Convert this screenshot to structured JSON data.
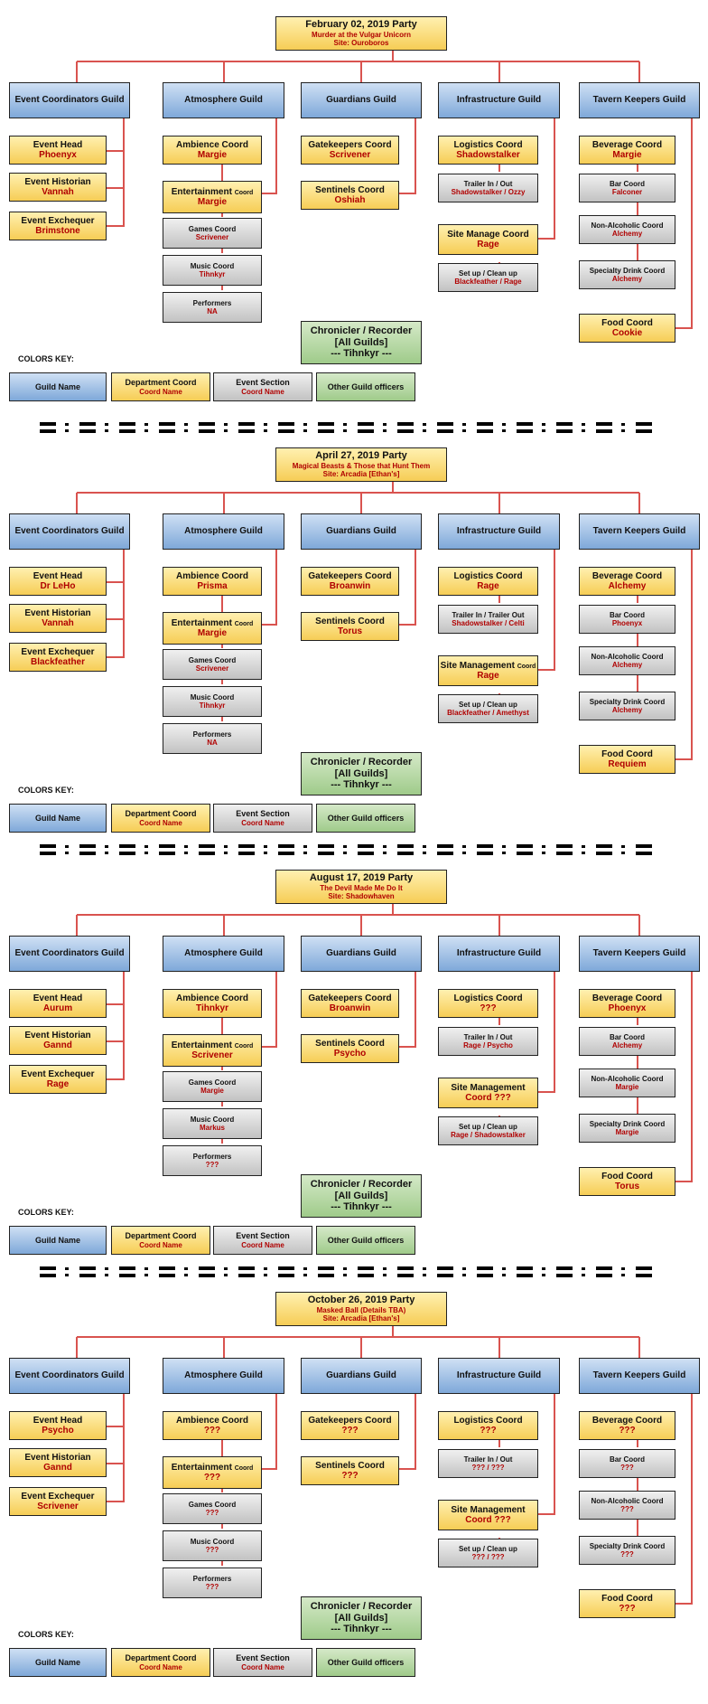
{
  "accent_line_color": "#d9534f",
  "name_color": "#b00000",
  "colors_key_label": "COLORS KEY:",
  "key": {
    "guild": "Guild Name",
    "dept_title": "Department Coord",
    "dept_name": "Coord Name",
    "section_title": "Event Section",
    "section_name": "Coord Name",
    "officers": "Other Guild officers"
  },
  "chronicler": {
    "line1": "Chronicler / Recorder",
    "line2": "[All Guilds]",
    "line3": "--- Tihnkyr ---"
  },
  "guilds": [
    "Event Coordinators Guild",
    "Atmosphere Guild",
    "Guardians Guild",
    "Infrastructure Guild",
    "Tavern Keepers Guild"
  ],
  "separator_pattern": "= : = : = : = : = : = : = : = : = : = : = : = : = : = : = : = :",
  "parties": [
    {
      "date": "February 02, 2019 Party",
      "theme": "Murder at the Vulgar Unicorn",
      "site": "Site: Ouroboros",
      "event_head": "Phoenyx",
      "event_historian": "Vannah",
      "event_exchequer": "Brimstone",
      "ambience": "Margie",
      "entertainment": "Margie",
      "games": "Scrivener",
      "music": "Tihnkyr",
      "performers": "NA",
      "gatekeepers": "Scrivener",
      "sentinels": "Oshiah",
      "logistics": "Shadowstalker",
      "trailer_label": "Trailer In / Out",
      "trailer": "Shadowstalker / Ozzy",
      "site_label": "Site Manage Coord",
      "site_label_small": "",
      "site_manage": "Rage",
      "setup": "Blackfeather / Rage",
      "beverage": "Margie",
      "bar": "Falconer",
      "nonalc": "Alchemy",
      "specialty": "Alchemy",
      "food": "Cookie"
    },
    {
      "date": "April 27, 2019 Party",
      "theme": "Magical Beasts & Those that Hunt Them",
      "site": "Site: Arcadia [Ethan's]",
      "event_head": "Dr LeHo",
      "event_historian": "Vannah",
      "event_exchequer": "Blackfeather",
      "ambience": "Prisma",
      "entertainment": "Margie",
      "games": "Scrivener",
      "music": "Tihnkyr",
      "performers": "NA",
      "gatekeepers": "Broanwin",
      "sentinels": "Torus",
      "logistics": "Rage",
      "trailer_label": "Trailer In / Trailer Out",
      "trailer": "Shadowstalker / Celti",
      "site_label": "Site Management",
      "site_label_small": "Coord",
      "site_manage": "Rage",
      "setup": "Blackfeather / Amethyst",
      "beverage": "Alchemy",
      "bar": "Phoenyx",
      "nonalc": "Alchemy",
      "specialty": "Alchemy",
      "food": "Requiem"
    },
    {
      "date": "August 17, 2019 Party",
      "theme": "The Devil Made Me Do It",
      "site": "Site: Shadowhaven",
      "event_head": "Aurum",
      "event_historian": "Gannd",
      "event_exchequer": "Rage",
      "ambience": "Tihnkyr",
      "entertainment": "Scrivener",
      "games": "Margie",
      "music": "Markus",
      "performers": "???",
      "gatekeepers": "Broanwin",
      "sentinels": "Psycho",
      "logistics": "???",
      "trailer_label": "Trailer In / Out",
      "trailer": "Rage / Psycho",
      "site_label": "Site Management",
      "site_label_small": "",
      "site_manage": "Coord ???",
      "setup": "Rage / Shadowstalker",
      "beverage": "Phoenyx",
      "bar": "Alchemy",
      "nonalc": "Margie",
      "specialty": "Margie",
      "food": "Torus"
    },
    {
      "date": "October 26, 2019 Party",
      "theme": "Masked Ball (Details TBA)",
      "site": "Site: Arcadia [Ethan's]",
      "event_head": "Psycho",
      "event_historian": "Gannd",
      "event_exchequer": "Scrivener",
      "ambience": "???",
      "entertainment": "???",
      "games": "???",
      "music": "???",
      "performers": "???",
      "gatekeepers": "???",
      "sentinels": "???",
      "logistics": "???",
      "trailer_label": "Trailer In / Out",
      "trailer": "??? / ???",
      "site_label": "Site Management",
      "site_label_small": "",
      "site_manage": "Coord ???",
      "setup": "??? / ???",
      "beverage": "???",
      "bar": "???",
      "nonalc": "???",
      "specialty": "???",
      "food": "???"
    }
  ]
}
